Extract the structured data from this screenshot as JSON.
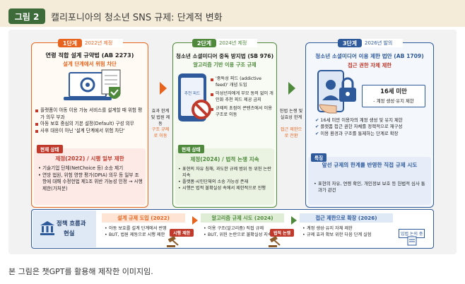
{
  "header": {
    "badge": "그림 2",
    "title": "캘리포니아의 청소년 SNS 규제: 단계적 변화"
  },
  "stage1": {
    "label": "1단계",
    "year": "2022년 제정",
    "title": "연령 적합 설계 규약법 (AB 2273)",
    "subtitle": "설계 단계에서 위험 차단",
    "items": [
      "플랫폼이 아동 이용 가능 서비스를 설계할 때 위험 평가 의무 부과",
      "아동 보호 중심의 기본 설정(Default) 구성 의무",
      "사후 대응이 아닌 '설계 단계에서 위험 차단'"
    ],
    "status_label": "현재 상태",
    "status_title": "제정(2022) / 시행 일부 제한",
    "status_items": [
      "기술기업 단체(NetChoice 등) 소송 제기",
      "연방 법원, 위험 영향 평가(DPIA) 의무 등 일부 조항에 대해 수정헌법 제1조 위반 가능성 인정 → 시행 제한(가처분)"
    ]
  },
  "between12": {
    "top": "효과 한계 및 법원 제동",
    "bottom": "구조 규제로 이동"
  },
  "stage2": {
    "label": "2단계",
    "year": "2024년 제정",
    "title": "청소년 소셜미디어 중독 방지법 (SB 976)",
    "subtitle": "알고리즘 기반 이용 구조 규제",
    "phone_label": "추천 피드",
    "phone_title": "'중독성 피드 (addictive feed)' 개념 도입",
    "items": [
      "미성년자에게 부모 동의 없이 개인화 추천 피드 제공 금지",
      "규제의 초점이 콘텐츠에서 이용 구조로 이동"
    ],
    "status_label": "현재 상태",
    "status_title": "제정(2024) / 법적 논쟁 지속",
    "status_items": [
      "표현의 자유 침해, 과도한 규제 범위 등 위헌 논란 지속",
      "플랫폼·시민단체의 소송 가능성 존재",
      "시행은 법적 불확실성 속에서 제한적으로 진행"
    ]
  },
  "between23": {
    "top": "헌법 논쟁 및 실효성 한계",
    "bottom": "접근 제한으로 전환"
  },
  "stage3": {
    "label": "3단계",
    "year": "2026년 발의",
    "title": "청소년 소셜미디어 이용 제한 법안 (AB 1709)",
    "subtitle": "접근 권한 자체 제한",
    "age_title": "16세 미만",
    "age_sub": "- 계정 생성·유지 제한",
    "items": [
      "16세 미만 이용자의 계정 생성 및 유지 제한",
      "플랫폼 접근 권한 자체를 정책적으로 재구성",
      "이용 환경과 구조를 통제하는 단계로 확장"
    ],
    "status_label": "특징",
    "status_title": "앞선 규제의 한계를 반영한 직접 규제 시도",
    "status_items": [
      "표현의 자유, 연령 확인, 개인정보 보호 등 헌법적 심사 통과가 관건"
    ]
  },
  "bottom": {
    "label_line1": "정책 흐름과",
    "label_line2": "현실",
    "col1_title": "설계 규제 도입 (2022)",
    "col1_items": [
      "아동 보호를 설계 단계에서 반영",
      "BUT, 법원 제동으로 시행 제한"
    ],
    "col1_tag": "시행 제한",
    "col2_title": "알고리즘 규제 시도 (2024)",
    "col2_items": [
      "이용 구조(알고리즘) 직접 규제",
      "BUT, 위헌 논란으로 불확실성 지속"
    ],
    "col2_tag": "법적 논쟁",
    "col3_title": "접근 제한으로 확장 (2026)",
    "col3_items": [
      "계정 생성·유지 자체 제한",
      "규제 효과 확보 위한 다음 단계 실험"
    ],
    "col3_tag": "입법 논의 중"
  },
  "caption": "본 그림은 챗GPT를 활용해 제작한 이미지임.",
  "colors": {
    "orange": "#e8641e",
    "green": "#4f8a3c",
    "blue": "#2e5a9c",
    "red": "#c0392b",
    "badge": "#3d6b3a",
    "header_bg": "#f4ecd8"
  }
}
